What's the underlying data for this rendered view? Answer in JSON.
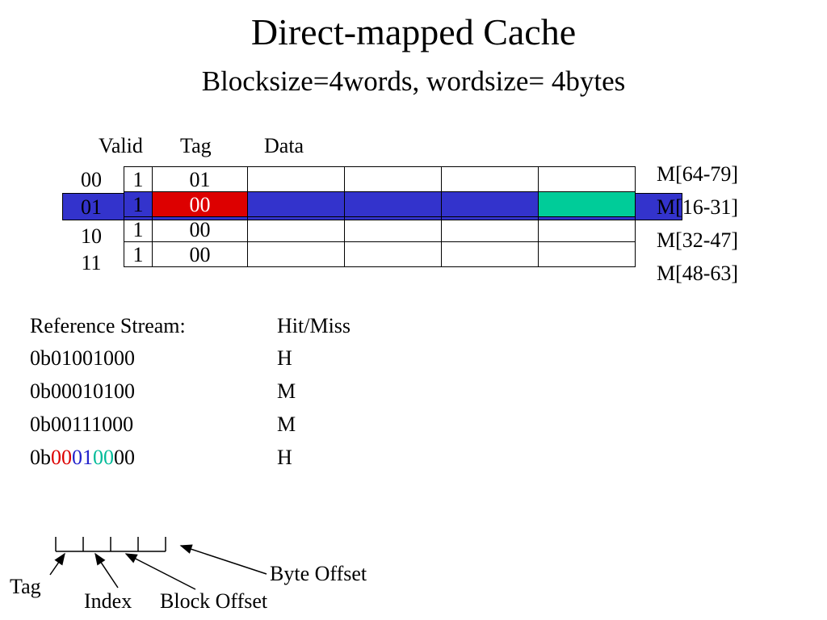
{
  "title": "Direct-mapped Cache",
  "subtitle": "Blocksize=4words, wordsize= 4bytes",
  "table_headers": {
    "valid": "Valid",
    "tag": "Tag",
    "data": "Data"
  },
  "cache_rows": [
    {
      "index": "00",
      "valid": "1",
      "tag": "01",
      "memory": "M[64-79]",
      "highlighted": false
    },
    {
      "index": "01",
      "valid": "1",
      "tag": "00",
      "memory": "M[16-31]",
      "highlighted": true
    },
    {
      "index": "10",
      "valid": "1",
      "tag": "00",
      "memory": "M[32-47]",
      "highlighted": false
    },
    {
      "index": "11",
      "valid": "1",
      "tag": "00",
      "memory": "M[48-63]",
      "highlighted": false
    }
  ],
  "reference_stream": {
    "header_ref": "Reference Stream:",
    "header_hit": "Hit/Miss",
    "items": [
      {
        "address": "0b01001000",
        "result": "H"
      },
      {
        "address": "0b00010100",
        "result": "M"
      },
      {
        "address": "0b00111000",
        "result": "M"
      },
      {
        "address": "0b00010000",
        "result": "H",
        "segments": {
          "prefix": "0b",
          "tag": "00",
          "index": "01",
          "block_offset": "00",
          "byte_offset": "00"
        }
      }
    ]
  },
  "address_labels": {
    "tag": "Tag",
    "index": "Index",
    "block_offset": "Block Offset",
    "byte_offset": "Byte Offset"
  },
  "colors": {
    "highlight_row": "#3333cc",
    "tag_hit": "#dd0000",
    "word_hit": "#00cc99",
    "bits_tag": "#dd0000",
    "bits_index": "#2222cc",
    "bits_block_offset": "#00bb99"
  }
}
